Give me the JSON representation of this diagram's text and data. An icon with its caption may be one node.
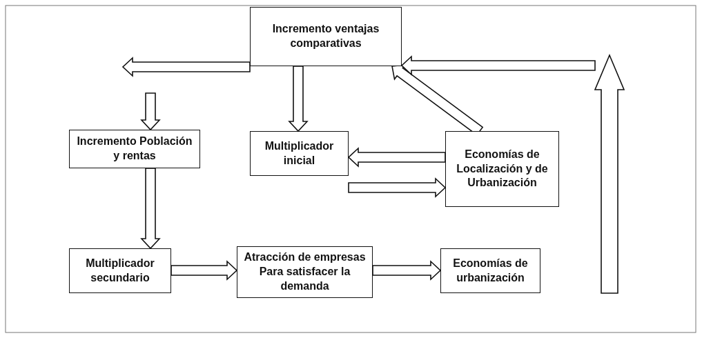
{
  "diagram": {
    "nodes": [
      {
        "text": [
          "Incremento ventajas comparativas"
        ]
      },
      {
        "text": [
          "Incremento Población y rentas"
        ]
      },
      {
        "text": [
          "Multiplicador inicial"
        ]
      },
      {
        "text": [
          "Economías de Localización y de Urbanización"
        ]
      },
      {
        "text": [
          "Multiplicador secundario"
        ]
      },
      {
        "text": [
          "Atracción de empresas Para satisfacer la demanda"
        ]
      },
      {
        "text": [
          "Economías de urbanización"
        ]
      }
    ],
    "edges": [
      {
        "from": 0,
        "to": null,
        "arrow": "to"
      },
      {
        "from": null,
        "to": 1,
        "arrow": "to"
      },
      {
        "from": 0,
        "to": 2,
        "arrow": "to"
      },
      {
        "from": 3,
        "to": 0,
        "arrow": "to"
      },
      {
        "from": 3,
        "to": 2,
        "arrow": "to"
      },
      {
        "from": 2,
        "to": 3,
        "arrow": "to"
      },
      {
        "from": 1,
        "to": 4,
        "arrow": "to"
      },
      {
        "from": 4,
        "to": 5,
        "arrow": "to"
      },
      {
        "from": 5,
        "to": 6,
        "arrow": "to"
      },
      {
        "from": null,
        "to": 0,
        "arrow": "to"
      }
    ]
  }
}
